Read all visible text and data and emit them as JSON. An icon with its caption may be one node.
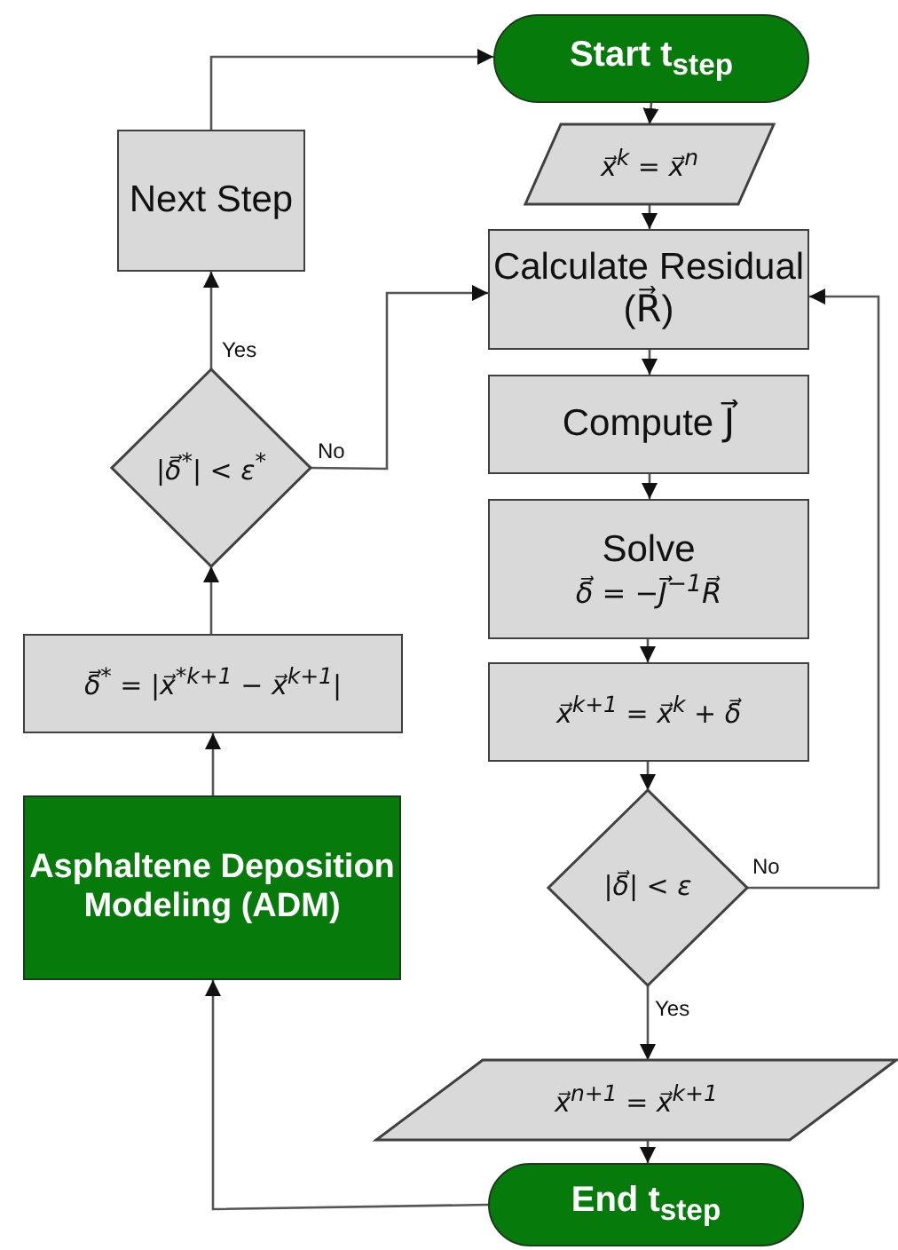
{
  "diagram": {
    "nodes": [
      {
        "text": [
          "Start t$_{step}$"
        ]
      },
      {
        "text": [
          "x⃗$^{k}$ = x⃗$^{n}$"
        ]
      },
      {
        "text": [
          "Calculate Residual (R⃗)"
        ]
      },
      {
        "text": [
          "Compute J⃗⃗"
        ]
      },
      {
        "text": [
          "Solve",
          "δ⃗ = −J⃗⃗$^{−1}$R⃗"
        ]
      },
      {
        "text": [
          "x⃗$^{k+1}$ = x⃗$^{k}$ + δ⃗"
        ]
      },
      {
        "text": [
          "|δ⃗| < ε"
        ]
      },
      {
        "text": [
          "x⃗$^{n+1}$ = x⃗$^{k+1}$"
        ]
      },
      {
        "text": [
          "End t$_{step}$"
        ]
      },
      {
        "text": [
          "Next Step"
        ]
      },
      {
        "text": [
          "|δ⃗$^{*}$| < ε$^{*}$"
        ]
      },
      {
        "text": [
          "δ⃗$^{*}$ = |x⃗$^{*}$$^{k+1}$ − x⃗$^{k+1}$|"
        ]
      },
      {
        "text": [
          "Asphaltene Deposition Modeling (ADM)"
        ]
      }
    ],
    "edges": [
      {
        "from": 0,
        "to": 1,
        "arrow": "to"
      },
      {
        "from": 1,
        "to": 2,
        "arrow": "to"
      },
      {
        "from": 2,
        "to": 3,
        "arrow": "to"
      },
      {
        "from": 3,
        "to": 4,
        "arrow": "to"
      },
      {
        "from": 4,
        "to": 5,
        "arrow": "to"
      },
      {
        "from": 5,
        "to": 6,
        "arrow": "to"
      },
      {
        "from": 6,
        "to": 2,
        "arrow": "to",
        "label": "No"
      },
      {
        "from": 6,
        "to": 7,
        "arrow": "to",
        "label": "Yes"
      },
      {
        "from": 7,
        "to": 8,
        "arrow": "to"
      },
      {
        "from": 8,
        "to": 12,
        "arrow": "to"
      },
      {
        "from": 12,
        "to": 11,
        "arrow": "to"
      },
      {
        "from": 11,
        "to": 10,
        "arrow": "to"
      },
      {
        "from": 10,
        "to": 9,
        "arrow": "to",
        "label": "Yes"
      },
      {
        "from": 10,
        "to": 2,
        "arrow": "to",
        "label": "No"
      },
      {
        "from": 9,
        "to": 0,
        "arrow": "to"
      }
    ]
  }
}
